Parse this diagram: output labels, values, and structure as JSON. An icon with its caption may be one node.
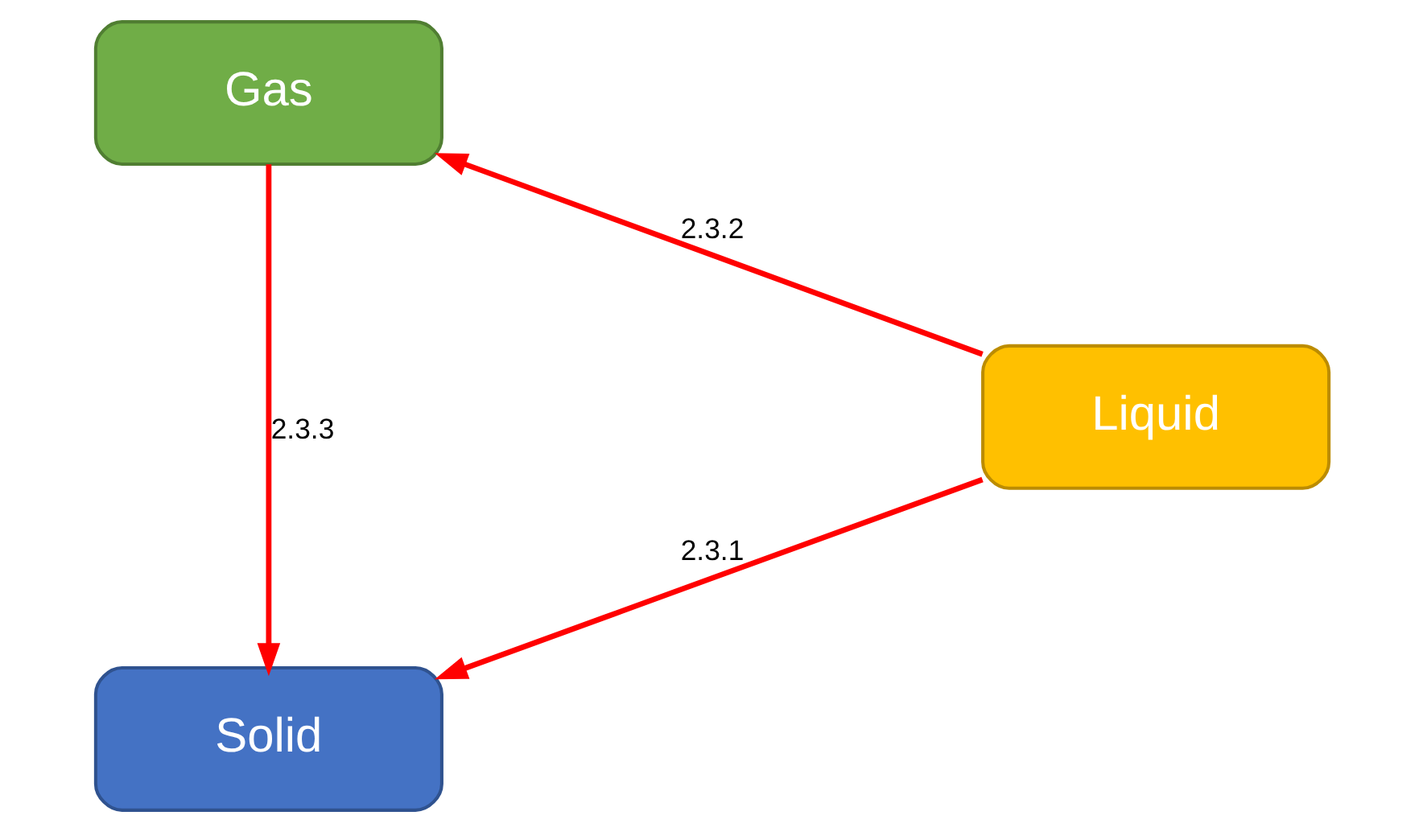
{
  "diagram": {
    "nodes": [
      {
        "text": [
          "Solid"
        ]
      },
      {
        "text": [
          "Liquid"
        ]
      },
      {
        "text": [
          "Gas"
        ]
      }
    ],
    "edges": [
      {
        "from": 1,
        "to": 0,
        "arrow": "to",
        "label": "2.3.1"
      },
      {
        "from": 1,
        "to": 2,
        "arrow": "to",
        "label": "2.3.2"
      },
      {
        "from": 2,
        "to": 0,
        "arrow": "to",
        "label": "2.3.3"
      }
    ]
  }
}
